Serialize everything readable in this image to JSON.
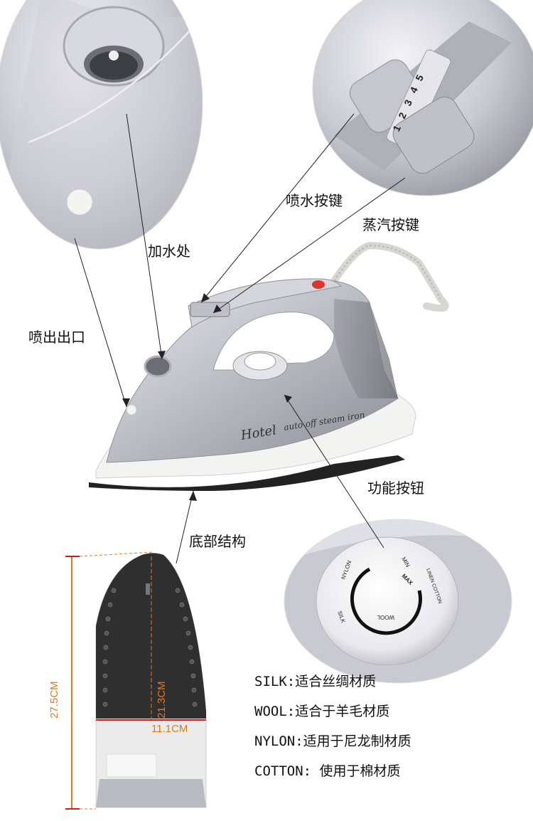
{
  "callouts": {
    "spray_nozzle": "喷出出口",
    "water_inlet": "加水处",
    "spray_button": "喷水按键",
    "steam_button": "蒸汽按键",
    "function_knob": "功能按钮",
    "soleplate": "底部结构"
  },
  "iron": {
    "brand_text": "Hotel",
    "model_text": "auto off steam iron"
  },
  "steam_dial_numbers": [
    "1",
    "2",
    "3",
    "4",
    "5"
  ],
  "knob_labels": {
    "silk": "SILK",
    "nylon": "NYLON",
    "min": "MIN",
    "max": "MAX",
    "wool": "WOOL",
    "linen_cotton": "LINEN COTTON"
  },
  "dimensions": {
    "length": "27.5CM",
    "inner_length": "21.3CM",
    "width": "11.1CM"
  },
  "fabric_guide": [
    "SILK:适合丝绸材质",
    "WOOL:适合于羊毛材质",
    "NYLON:适用于尼龙制材质",
    "COTTON: 使用于棉材质"
  ],
  "colors": {
    "iron_silver": "#c9cbd2",
    "soleplate_dark": "#2e2e2e",
    "dimension_orange": "#e07a1c",
    "dimension_red": "#cc1e1e"
  }
}
